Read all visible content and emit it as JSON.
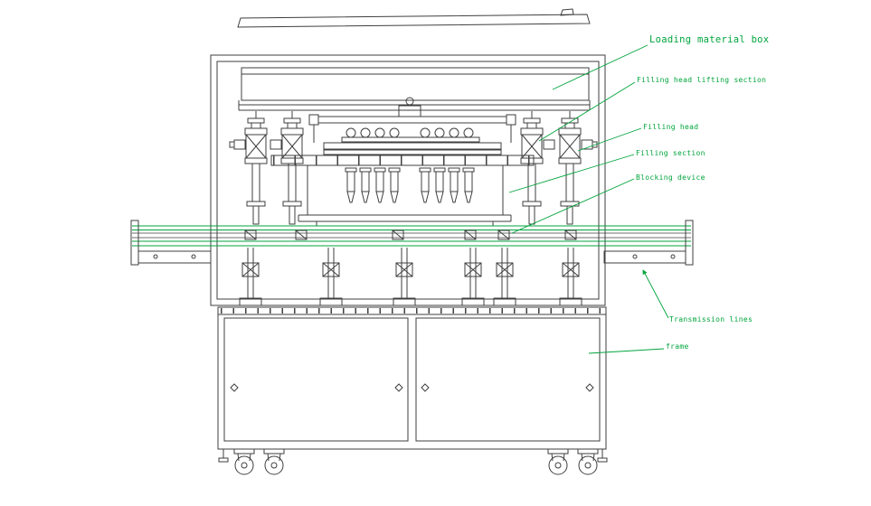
{
  "colors": {
    "background": "#ffffff",
    "line": "#3f3f3f",
    "accent_green": "#00a43c"
  },
  "annotations": [
    {
      "id": "loading-material-box",
      "label": "Loading material box"
    },
    {
      "id": "filling-head-lifting-section",
      "label": "Filling head lifting section"
    },
    {
      "id": "filling-head",
      "label": "Filling head"
    },
    {
      "id": "filling-section",
      "label": "Filling section"
    },
    {
      "id": "blocking-device",
      "label": "Blocking device"
    },
    {
      "id": "transmission-lines",
      "label": "Transmission lines"
    },
    {
      "id": "frame",
      "label": "frame"
    }
  ]
}
